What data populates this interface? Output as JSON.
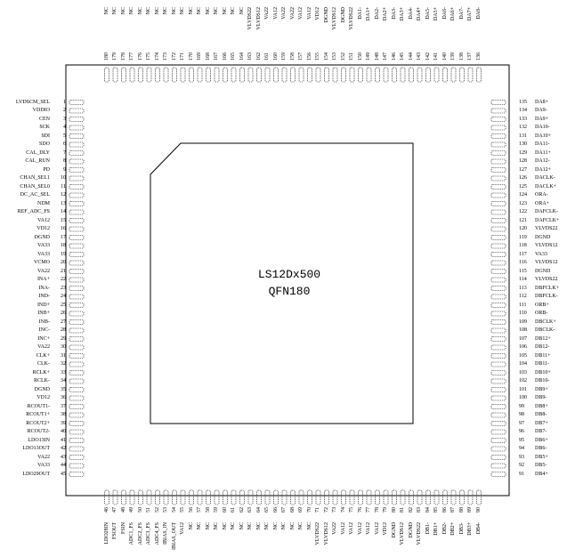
{
  "chip": {
    "title_line1": "LS12Dx500",
    "title_line2": "QFN180"
  },
  "pins": {
    "left": [
      "LVDSCM_SEL",
      "VDDIO",
      "CEN",
      "SCK",
      "SDI",
      "SDO",
      "CAL_DLY",
      "CAL_RUN",
      "PD",
      "CHAN_SEL1",
      "CHAN_SEL0",
      "DC_AC_SEL",
      "NDM",
      "REF_ADC_FS",
      "VA12",
      "VD12",
      "DGND",
      "VA33",
      "VA33",
      "VCMO",
      "VA22",
      "INA+",
      "INA-",
      "IND-",
      "IND+",
      "INB+",
      "INB-",
      "INC-",
      "INC+",
      "VA22",
      "CLK+",
      "CLK-",
      "RCLK+",
      "RCLK-",
      "DGND",
      "VD12",
      "RCOUT1-",
      "RCOUT1+",
      "RCOUT2+",
      "RCOUT2-",
      "LDO13IN",
      "LDO13OUT",
      "VA22",
      "VA33",
      "LDO29OUT"
    ],
    "bottom": [
      "LDO28IN",
      "FSOUT",
      "FSIN",
      "ADC1_FS",
      "ADC2_FS",
      "ADC3_FS",
      "ADC4_FS",
      "IBIAS_IN",
      "IBIAS_OUT",
      "VA12",
      "NC",
      "NC",
      "NC",
      "NC",
      "NC",
      "NC",
      "NC",
      "NC",
      "NC",
      "NC",
      "NC",
      "NC",
      "NC",
      "NC",
      "NC",
      "VLVDS22",
      "VLVDS12",
      "VA22",
      "VA12",
      "VA12",
      "VA12",
      "VA12",
      "VA12",
      "VD12",
      "DGND",
      "VLVDS12",
      "DGND",
      "VLVDS22",
      "DB1-",
      "DB1+",
      "DB2-",
      "DB2+",
      "DB3-",
      "DB3+",
      "DB4-"
    ],
    "right": [
      "DA8+",
      "DA9-",
      "DA9+",
      "DA10-",
      "DA10+",
      "DA11-",
      "DA11+",
      "DA12-",
      "DA12+",
      "DACLK-",
      "DACLK+",
      "ORA-",
      "ORA+",
      "DAFCLK-",
      "DAFCLK+",
      "VLVDS22",
      "DGND",
      "VLVDS12",
      "VA33",
      "VLVDS12",
      "DGND",
      "VLVDS22",
      "DBFCLK+",
      "DBFCLK-",
      "ORB+",
      "ORB-",
      "DBCLK+",
      "DBCLK-",
      "DB12+",
      "DB12-",
      "DB11+",
      "DB11-",
      "DB10+",
      "DB10-",
      "DB9+",
      "DB9-",
      "DB8+",
      "DB8-",
      "DB7+",
      "DB7-",
      "DB6+",
      "DB6-",
      "DB5+",
      "DB5-",
      "DB4+"
    ],
    "top": [
      "NC",
      "NC",
      "NC",
      "NC",
      "NC",
      "NC",
      "NC",
      "NC",
      "NC",
      "NC",
      "NC",
      "NC",
      "NC",
      "NC",
      "NC",
      "NC",
      "NC",
      "VLVDS22",
      "VLVDS12",
      "VA22",
      "VA12",
      "VA22",
      "VA22",
      "VA12",
      "VA12",
      "VD12",
      "DGND",
      "VLVDS12",
      "DGND",
      "VLVDS22",
      "DA1-",
      "DA1+",
      "DA2-",
      "DA2+",
      "DA3-",
      "DA3+",
      "DA4-",
      "DA4+",
      "DA5-",
      "DA5+",
      "DA6-",
      "DA6+",
      "DA7-",
      "DA7+",
      "DA8-"
    ],
    "numbers": {
      "left": [
        "1",
        "2",
        "3",
        "4",
        "5",
        "6",
        "7",
        "8",
        "9",
        "10",
        "11",
        "12",
        "13",
        "14",
        "15",
        "16",
        "17",
        "18",
        "19",
        "20",
        "21",
        "22",
        "23",
        "24",
        "25",
        "26",
        "27",
        "28",
        "29",
        "30",
        "31",
        "32",
        "33",
        "34",
        "35",
        "36",
        "37",
        "38",
        "39",
        "40",
        "41",
        "42",
        "43",
        "44",
        "45"
      ],
      "bottom": [
        "46",
        "47",
        "48",
        "49",
        "50",
        "51",
        "52",
        "53",
        "54",
        "55",
        "56",
        "57",
        "58",
        "59",
        "60",
        "61",
        "62",
        "63",
        "64",
        "65",
        "66",
        "67",
        "68",
        "69",
        "70",
        "71",
        "72",
        "73",
        "74",
        "75",
        "76",
        "77",
        "78",
        "79",
        "80",
        "81",
        "82",
        "83",
        "84",
        "85",
        "86",
        "87",
        "88",
        "89",
        "90"
      ],
      "right": [
        "135",
        "134",
        "133",
        "132",
        "131",
        "130",
        "129",
        "128",
        "127",
        "126",
        "125",
        "124",
        "123",
        "122",
        "121",
        "120",
        "119",
        "118",
        "117",
        "116",
        "115",
        "114",
        "113",
        "112",
        "111",
        "110",
        "109",
        "108",
        "107",
        "106",
        "105",
        "104",
        "103",
        "102",
        "101",
        "100",
        "99",
        "98",
        "97",
        "96",
        "95",
        "94",
        "93",
        "92",
        "91"
      ],
      "top": [
        "180",
        "179",
        "178",
        "177",
        "176",
        "175",
        "174",
        "173",
        "172",
        "171",
        "170",
        "169",
        "168",
        "167",
        "166",
        "165",
        "164",
        "163",
        "162",
        "161",
        "160",
        "159",
        "158",
        "157",
        "156",
        "155",
        "154",
        "153",
        "152",
        "151",
        "150",
        "149",
        "148",
        "147",
        "146",
        "145",
        "144",
        "143",
        "142",
        "141",
        "140",
        "139",
        "138",
        "137",
        "136"
      ]
    }
  }
}
